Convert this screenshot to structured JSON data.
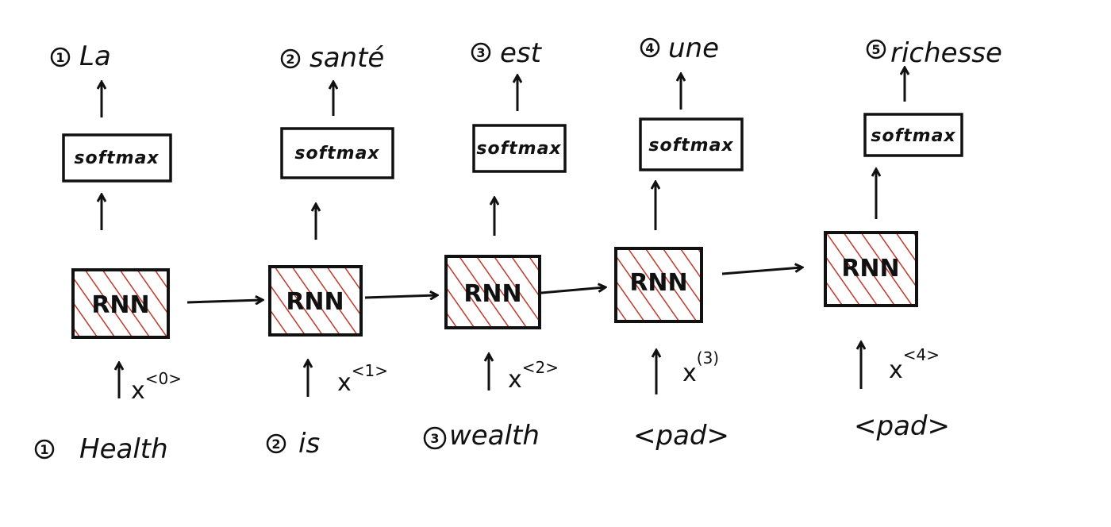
{
  "colors": {
    "ink": "#111111",
    "hatch": "#c0392b",
    "background": "#ffffff"
  },
  "diagram": {
    "outputs": [
      {
        "index": "1",
        "word": "La"
      },
      {
        "index": "2",
        "word": "santé"
      },
      {
        "index": "3",
        "word": "est"
      },
      {
        "index": "4",
        "word": "une"
      },
      {
        "index": "5",
        "word": "richesse"
      }
    ],
    "softmax_label": "softmax",
    "rnn_label": "RNN",
    "input_symbol": "x",
    "input_superscripts": [
      "<0>",
      "<1>",
      "<2>",
      "(3)",
      "<4>"
    ],
    "inputs": [
      {
        "index": "1",
        "word": "Health"
      },
      {
        "index": "2",
        "word": "is"
      },
      {
        "index": "3",
        "word": "wealth"
      },
      {
        "index": "",
        "word": "<pad>"
      },
      {
        "index": "",
        "word": "<pad>"
      }
    ]
  }
}
